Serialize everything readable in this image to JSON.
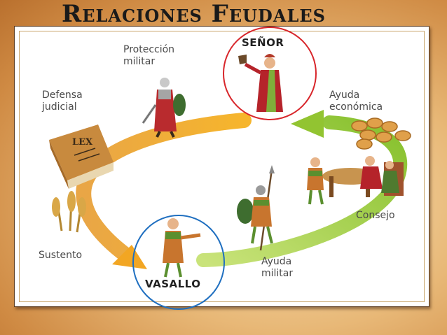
{
  "slide": {
    "title": "Relaciones Feudales"
  },
  "diagram": {
    "senor": "SEÑOR",
    "vasallo": "VASALLO",
    "labels": {
      "proteccion_militar": "Protección\nmilitar",
      "defensa_judicial": "Defensa\njudicial",
      "sustento": "Sustento",
      "ayuda_economica": "Ayuda\neconómica",
      "consejo": "Consejo",
      "ayuda_militar": "Ayuda\nmilitar"
    },
    "book_text": "LEX",
    "colors": {
      "orange_arrow": "#f0a32a",
      "green_arrow": "#9bcc3a",
      "senor_ring": "#d8262b",
      "vasallo_ring": "#1f6fc0"
    },
    "icons": [
      "lord-figure-icon",
      "knight-figure-icon",
      "law-book-icon",
      "wheat-icon",
      "coins-icon",
      "council-table-icon",
      "soldier-figure-icon",
      "vassal-figure-icon"
    ]
  }
}
